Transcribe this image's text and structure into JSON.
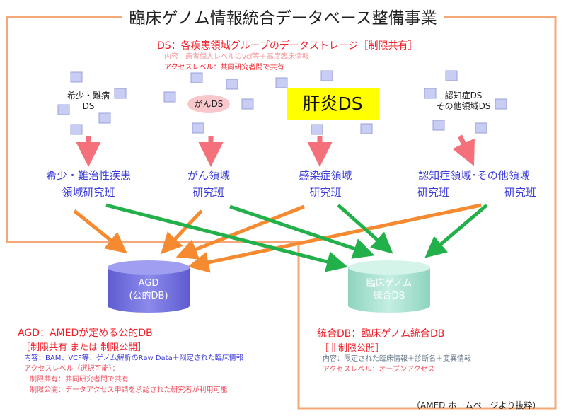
{
  "title": "臨床ゲノム情報統合データベース整備事業",
  "ds_header": {
    "title": "DS：各疾患領域グループのデータストレージ［制限共有］",
    "content": "内容：患者個人レベルのvcf等＋高度臨床情報",
    "access": "アクセスレベル：共同研究者間で共有"
  },
  "data_storages": [
    {
      "line1": "希少・難病",
      "line2": "DS"
    },
    {
      "line1": "がんDS",
      "line2": ""
    },
    {
      "line1": "肝炎DS",
      "line2": ""
    },
    {
      "line1": "認知症DS",
      "line2": "その他領域DS"
    }
  ],
  "research_groups": [
    {
      "line1": "希少・難治性疾患",
      "line2": "領域研究班"
    },
    {
      "line1": "がん領域",
      "line2": "研究班"
    },
    {
      "line1": "感染症領域",
      "line2": "研究班"
    },
    {
      "line1": "認知症領域･その他領域",
      "line2": "研究班",
      "line3": "研究班"
    }
  ],
  "agd": {
    "cyl_line1": "AGD",
    "cyl_line2": "(公的DB)",
    "title": "AGD：AMEDが定める公的DB",
    "status": "［制限共有 または 制限公開］",
    "content": "内容：BAM、VCF等、ゲノム解析のRaw Data＋限定された臨床情報",
    "access": "アクセスレベル（選択可能）：",
    "option1": "制限共有：共同研究者間で共有",
    "option2": "制限公開：データアクセス申請を承認された研究者が利用可能"
  },
  "integrated_db": {
    "cyl_line1": "臨床ゲノム",
    "cyl_line2": "統合DB",
    "title": "統合DB：臨床ゲノム統合DB",
    "status": "［非制限公開］",
    "content": "内容：限定された臨床情報＋診断名＋変異情報",
    "access": "アクセスレベル：オープンアクセス"
  },
  "source": "（AMED ホームページより抜粋）",
  "colors": {
    "frame": "#f4a878",
    "orange_arrow": "#f58a30",
    "green_arrow": "#22b04a",
    "pink_arrow": "#f4707a",
    "agd": "#7a78e0",
    "db": "#a8e0d0"
  }
}
